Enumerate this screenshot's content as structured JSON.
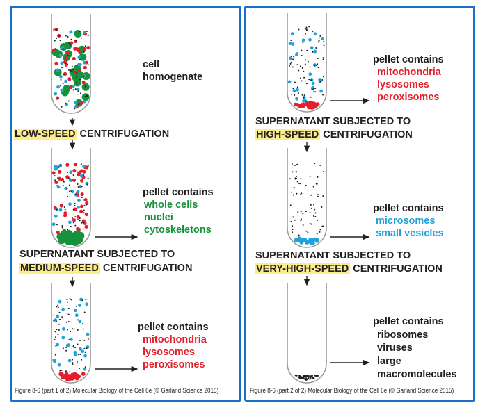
{
  "colors": {
    "border": "#1b6fc8",
    "highlight": "#fbec8c",
    "red": "#e3202a",
    "green": "#16913c",
    "blue": "#20a3dc"
  },
  "left": {
    "start_label": [
      "cell",
      "homogenate"
    ],
    "step1": {
      "highlight": "LOW-SPEED",
      "rest": " CENTRIFUGATION"
    },
    "pellet1": {
      "title": "pellet contains",
      "items": [
        "whole cells",
        "nuclei",
        "cytoskeletons"
      ]
    },
    "step2": {
      "line1": "SUPERNATANT SUBJECTED TO",
      "highlight": "MEDIUM-SPEED",
      "rest": " CENTRIFUGATION"
    },
    "pellet2": {
      "title": "pellet contains",
      "items": [
        "mitochondria",
        "lysosomes",
        "peroxisomes"
      ]
    },
    "caption": "Figure 8-6 (part 1 of 2)  Molecular Biology of the Cell 6e (© Garland Science 2015)"
  },
  "right": {
    "pellet3": {
      "title": "pellet contains",
      "items": [
        "mitochondria",
        "lysosomes",
        "peroxisomes"
      ]
    },
    "step3": {
      "line1": "SUPERNATANT SUBJECTED TO",
      "highlight": "HIGH-SPEED",
      "rest": " CENTRIFUGATION"
    },
    "pellet4": {
      "title": "pellet contains",
      "items": [
        "microsomes",
        "small vesicles"
      ]
    },
    "step4": {
      "line1": "SUPERNATANT SUBJECTED TO",
      "highlight": "VERY-HIGH-SPEED",
      "rest": " CENTRIFUGATION"
    },
    "pellet5": {
      "title": "pellet contains",
      "items": [
        "ribosomes",
        "viruses",
        "large",
        "macromolecules"
      ]
    },
    "caption": "Figure 8-6 (part 2 of 2)  Molecular Biology of the Cell 6e (© Garland Science 2015)"
  }
}
